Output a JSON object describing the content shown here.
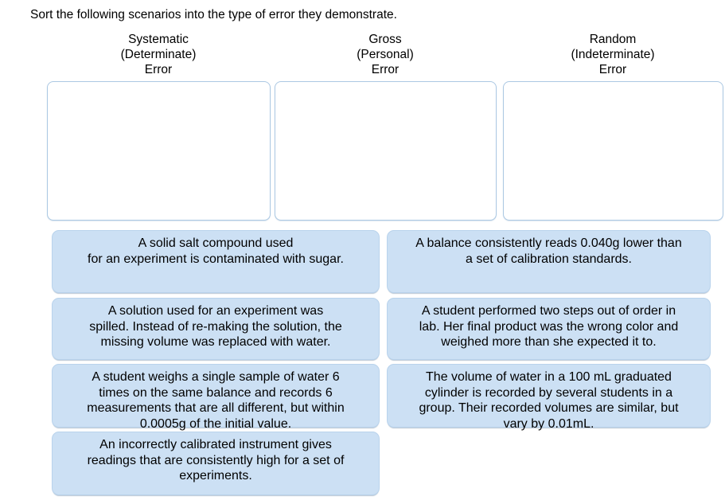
{
  "title": "Sort the following scenarios into the type of error they demonstrate.",
  "columns": [
    {
      "label": "Systematic\n(Determinate)\nError"
    },
    {
      "label": "Gross\n(Personal)\nError"
    },
    {
      "label": "Random\n(Indeterminate)\nError"
    }
  ],
  "dropzones": [
    {
      "name": "systematic-determinate-error",
      "content": ""
    },
    {
      "name": "gross-personal-error",
      "content": ""
    },
    {
      "name": "random-indeterminate-error",
      "content": ""
    }
  ],
  "cards": {
    "left": [
      {
        "text": "A solid salt compound used\nfor an experiment is contaminated with sugar."
      },
      {
        "text": "A solution used for an experiment was\nspilled. Instead of re-making the solution, the\nmissing volume was replaced with water."
      },
      {
        "text": "A student weighs a single sample of water 6\ntimes on the same balance and records 6\nmeasurements that are all different, but within\n0.0005g of the initial value."
      },
      {
        "text": "An incorrectly calibrated instrument gives\nreadings that are consistently high for a set of\nexperiments."
      }
    ],
    "right": [
      {
        "text": "A balance consistently reads 0.040g lower than\na set of calibration standards."
      },
      {
        "text": "A student performed two steps out of order in\nlab. Her final product was the wrong color and\nweighed more than she expected it to."
      },
      {
        "text": "The volume of water in a 100 mL graduated\ncylinder is recorded by several students in a\ngroup. Their recorded volumes are similar, but\nvary by 0.01mL."
      }
    ]
  },
  "colors": {
    "card_background": "#cce0f4",
    "card_border": "#b9d3ec",
    "dropzone_border": "#abc8e3",
    "text": "#000000",
    "background": "#ffffff"
  }
}
